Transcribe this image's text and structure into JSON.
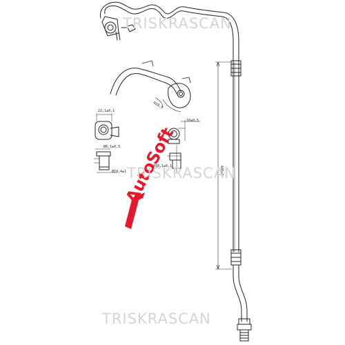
{
  "watermark": {
    "brand_text": "TRISKRASCAN",
    "color": "#d4d4d4"
  },
  "logo": {
    "text": "AutoSoft",
    "color": "#e3192d"
  },
  "dimensions": {
    "d1": "22,1±0,1",
    "d2": "10±0,5",
    "d3": "Ø8,1±0,5",
    "d4": "Ø19,4±1",
    "d5": "Ø18,1±0,1",
    "d6": "R10,5",
    "d7": "685±5"
  },
  "colors": {
    "line": "#222222",
    "background": "#ffffff"
  }
}
